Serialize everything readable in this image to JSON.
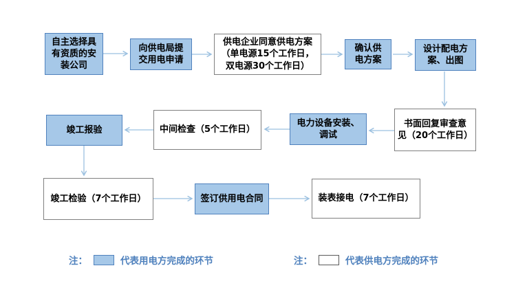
{
  "flow": {
    "boxes": [
      {
        "id": "choose-installer",
        "party": "user",
        "label": "自主选择具\n有资质的安\n装公司"
      },
      {
        "id": "submit-application",
        "party": "user",
        "label": "向供电局提\n交用电申请"
      },
      {
        "id": "supply-plan-approval",
        "party": "supplier",
        "label": "供电企业同意供电方案\n（单电源15个工作日，\n双电源30个工作日）"
      },
      {
        "id": "confirm-plan",
        "party": "user",
        "label": "确认供\n电方案"
      },
      {
        "id": "design-distribution",
        "party": "user",
        "label": "设计配电方\n案、出图"
      },
      {
        "id": "written-review",
        "party": "supplier",
        "label": "书面回复审查意\n见（20个工作日）"
      },
      {
        "id": "equipment-install",
        "party": "user",
        "label": "电力设备安装、\n调试"
      },
      {
        "id": "interim-inspection",
        "party": "supplier",
        "label": "中间检查（5个工作日）"
      },
      {
        "id": "completion-report",
        "party": "user",
        "label": "竣工报验"
      },
      {
        "id": "completion-inspection",
        "party": "supplier",
        "label": "竣工检验（7个工作日）"
      },
      {
        "id": "sign-contract",
        "party": "user",
        "label": "签订供用电合同"
      },
      {
        "id": "meter-connection",
        "party": "supplier",
        "label": "装表接电（7个工作日）"
      }
    ]
  },
  "legend": {
    "user_side": {
      "prefix": "注：",
      "label": "代表用电方完成的环节"
    },
    "supplier_side": {
      "prefix": "注：",
      "label": "代表供电方完成的环节"
    }
  },
  "colors": {
    "background": "#ffffff",
    "user_box_fill": "#a6c8e8",
    "user_box_border": "#4f81bd",
    "supplier_box_border": "#7f7f7f",
    "arrow": "#9bc0e0",
    "legend_text": "#4f81bd",
    "box_text": "#000000"
  }
}
